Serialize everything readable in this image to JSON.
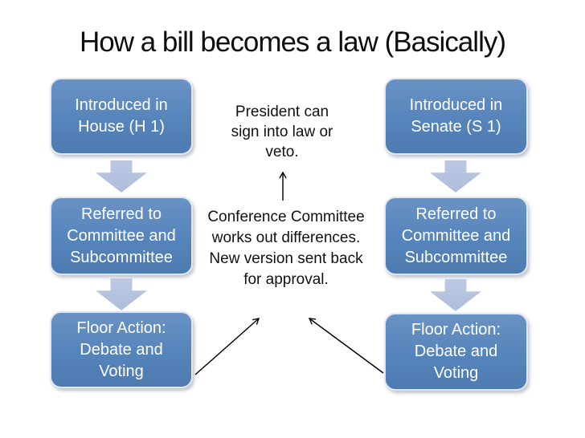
{
  "title": "How a bill becomes a law (Basically)",
  "colors": {
    "box_fill": "#5584bb",
    "box_text": "#ffffff",
    "block_arrow_fill": "#b5c2de",
    "title_text": "#0d0d0d",
    "note_text": "#111111",
    "connector_stroke": "#000000",
    "background": "#ffffff"
  },
  "left_column": {
    "boxes": [
      {
        "lines": [
          "Introduced in",
          "House (H 1)"
        ]
      },
      {
        "lines": [
          "Referred to",
          "Committee and",
          "Subcommittee"
        ]
      },
      {
        "lines": [
          "Floor Action:",
          "Debate and",
          "Voting"
        ]
      }
    ]
  },
  "right_column": {
    "boxes": [
      {
        "lines": [
          "Introduced in",
          "Senate (S 1)"
        ]
      },
      {
        "lines": [
          "Referred to",
          "Committee and",
          "Subcommittee"
        ]
      },
      {
        "lines": [
          "Floor Action:",
          "Debate and",
          "Voting"
        ]
      }
    ]
  },
  "center": {
    "president_note": {
      "lines": [
        "President can",
        "sign into law or",
        "veto."
      ]
    },
    "conference_note": {
      "lines": [
        "Conference Committee",
        "works out differences.",
        "New version sent back",
        "for approval."
      ]
    }
  }
}
